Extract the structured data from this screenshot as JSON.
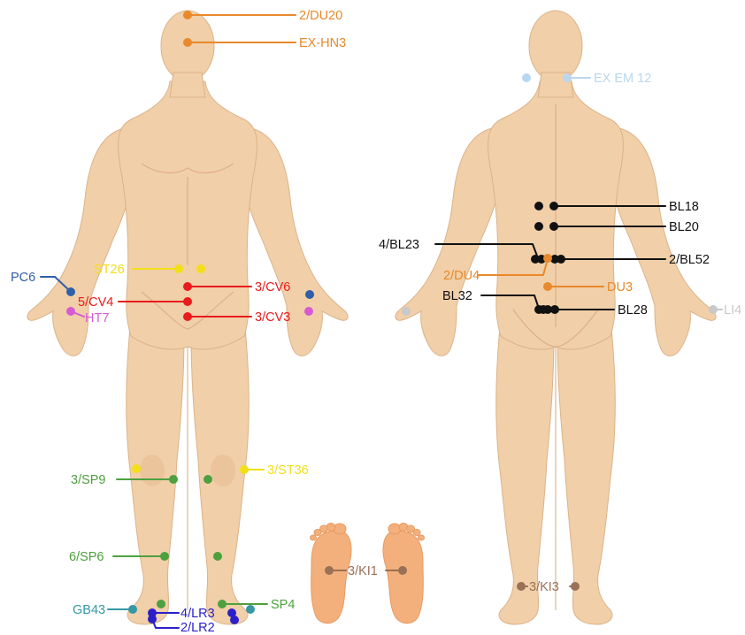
{
  "colors": {
    "skin": "#f1cfa8",
    "skin_outline": "#dcb38a",
    "sole": "#f3b07c",
    "du": "#e8892b",
    "ex": "#b9d7ef",
    "pc": "#2f5fa8",
    "ht": "#d65bd3",
    "st": "#f2df17",
    "cv": "#e81c1c",
    "sp": "#4ea03f",
    "gb": "#3598a4",
    "lr": "#2a1fc8",
    "ki": "#9a7057",
    "bl": "#111111",
    "li": "#c9c9c9"
  },
  "figures": {
    "front": "front-view-figure",
    "back": "back-view-figure",
    "soles": "sole-of-feet-figure"
  },
  "acupoints": {
    "du20": "2/DU20",
    "exhn3": "EX-HN3",
    "pc6": "PC6",
    "st26": "ST26",
    "cv6": "3/CV6",
    "cv4": "5/CV4",
    "cv3": "3/CV3",
    "ht7": "HT7",
    "sp9": "3/SP9",
    "st36": "3/ST36",
    "sp6": "6/SP6",
    "gb43": "GB43",
    "lr3": "4/LR3",
    "lr2": "2/LR2",
    "sp4": "SP4",
    "ki1": "3/KI1",
    "exem12": "EX EM 12",
    "bl18": "BL18",
    "bl20": "BL20",
    "bl23": "4/BL23",
    "bl52": "2/BL52",
    "du4": "2/DU4",
    "du3": "DU3",
    "bl32": "BL32",
    "bl28": "BL28",
    "li4": "LI4",
    "ki3": "3/KI3"
  }
}
